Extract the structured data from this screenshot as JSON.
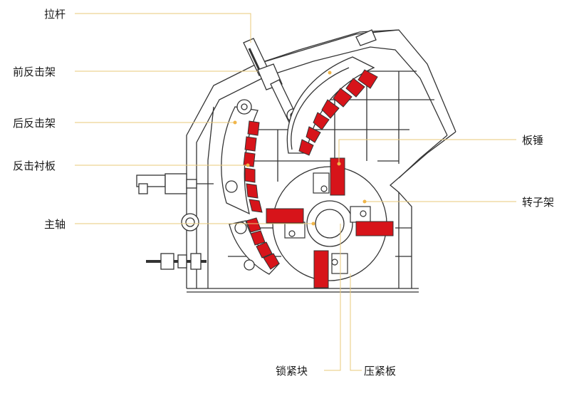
{
  "labels": {
    "pull_rod": "拉杆",
    "front_impact_frame": "前反击架",
    "rear_impact_frame": "后反击架",
    "impact_liner": "反击衬板",
    "main_shaft": "主轴",
    "blow_bar": "板锤",
    "rotor_frame": "转子架",
    "locking_block": "锁紧块",
    "pressure_plate": "压紧板"
  },
  "colors": {
    "line": "#333333",
    "wear_parts": "#d7141a",
    "leader": "#e8c97a",
    "marker": "#f0b64a"
  }
}
